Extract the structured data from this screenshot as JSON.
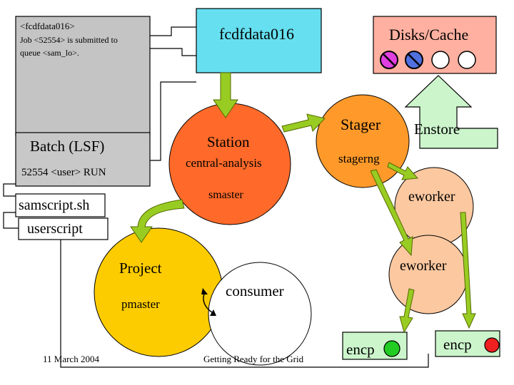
{
  "terminal": {
    "line1": "<fcdfdata016>",
    "line2": "Job <52554> is submitted to",
    "line3": "queue <sam_lo>."
  },
  "fcdfdata_box": {
    "label": "fcdfdata016"
  },
  "disks_box": {
    "label": "Disks/Cache"
  },
  "batch": {
    "label": "Batch (LSF)",
    "job_line": "52554 <user>  RUN"
  },
  "station": {
    "title": "Station",
    "name": "central-analysis",
    "process": "smaster"
  },
  "stager": {
    "title": "Stager",
    "process": "stagerng"
  },
  "enstore": {
    "label": "Enstore"
  },
  "eworker_top": {
    "label": "eworker"
  },
  "eworker_bottom": {
    "label": "eworker"
  },
  "samscript": {
    "label": "samscript.sh"
  },
  "userscript": {
    "label": "userscript"
  },
  "project": {
    "title": "Project",
    "process": "pmaster"
  },
  "consumer": {
    "label": "consumer"
  },
  "encp_left": {
    "label": "encp"
  },
  "encp_right": {
    "label": "encp"
  },
  "footer": {
    "date": "11 March 2004",
    "title": "Getting Ready for the Grid"
  },
  "colors": {
    "cyan": "#66e0f0",
    "station_orange": "#ff6a2a",
    "stager_orange": "#ff9a2a",
    "eworker_peach": "#fcc8a0",
    "project_yellow": "#fccc00",
    "light_green": "#ccf5cc",
    "arrow_green": "#99cc22",
    "disk_magenta": "#e040e0",
    "disk_blue": "#5070e0",
    "light_green_light": "#22cc22",
    "red_light": "#ee2020"
  }
}
